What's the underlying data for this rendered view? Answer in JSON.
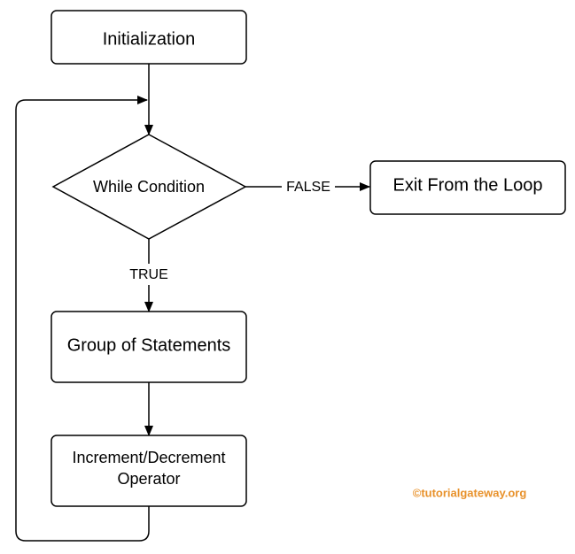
{
  "diagram": {
    "nodes": {
      "initialization": {
        "label": "Initialization"
      },
      "while_condition": {
        "label": "While Condition"
      },
      "exit_loop": {
        "label": "Exit From the Loop"
      },
      "group_statements": {
        "label": "Group of Statements"
      },
      "increment_decrement": {
        "line1": "Increment/Decrement",
        "line2": "Operator"
      }
    },
    "edges": {
      "false_label": "FALSE",
      "true_label": "TRUE"
    }
  },
  "watermark": {
    "text": "©tutorialgateway.org",
    "color": "#e8912a"
  },
  "colors": {
    "stroke": "#000000",
    "background": "#ffffff"
  }
}
